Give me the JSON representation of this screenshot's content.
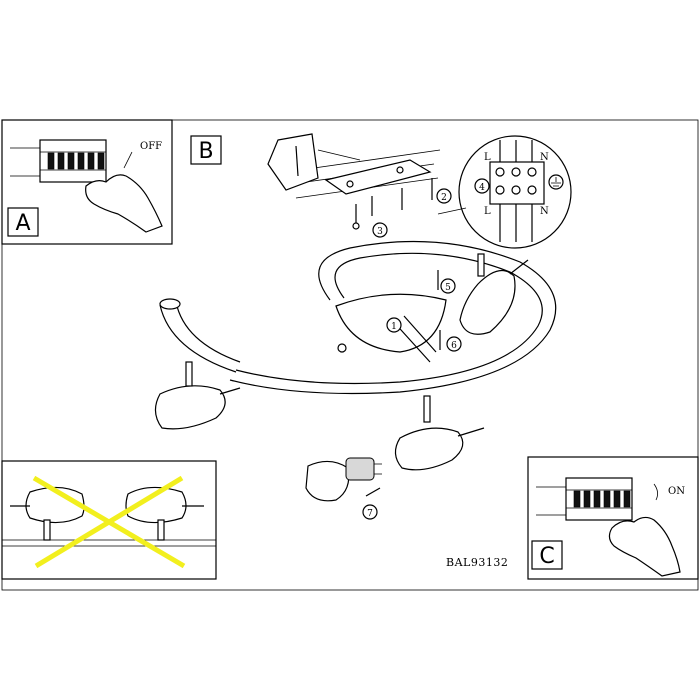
{
  "panels": {
    "a": {
      "label": "A",
      "switch_text": "OFF"
    },
    "b": {
      "label": "B",
      "steps": [
        "1",
        "2",
        "3",
        "4",
        "5",
        "6",
        "7"
      ]
    },
    "c": {
      "label": "C",
      "switch_text": "ON"
    }
  },
  "terminal_block": {
    "top_labels": [
      "L",
      "N"
    ],
    "bottom_labels": [
      "L",
      "N"
    ],
    "step": "4"
  },
  "model_code": "BAL93132",
  "colors": {
    "line": "#000000",
    "warning_cross": "#f2ef1e",
    "background": "#ffffff"
  }
}
